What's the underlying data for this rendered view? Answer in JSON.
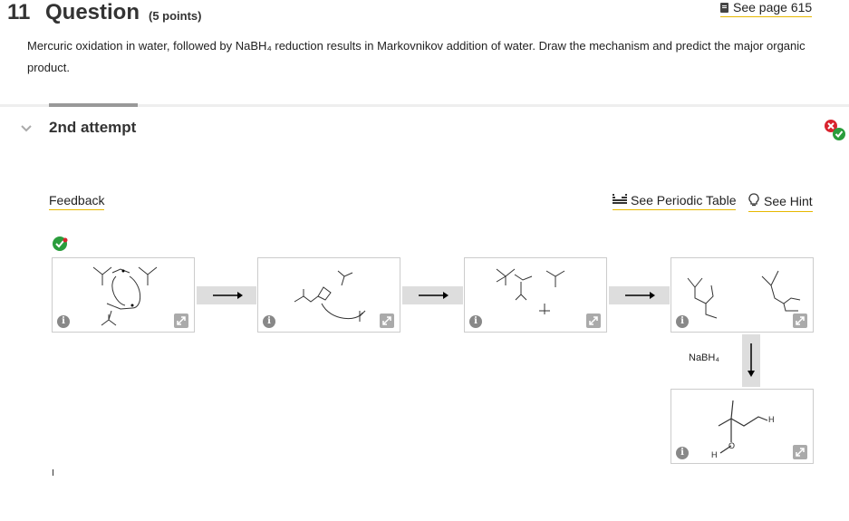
{
  "question": {
    "number": "11",
    "word": "Question",
    "points": "(5 points)",
    "see_page": "See page 615",
    "text": "Mercuric oxidation in water, followed by NaBH₄ reduction results in Markovnikov addition of water. Draw the mechanism and predict the major organic product."
  },
  "attempt": {
    "label": "2nd attempt"
  },
  "links": {
    "feedback": "Feedback",
    "periodic": "See Periodic Table",
    "hint": "See Hint"
  },
  "mechanism": {
    "reagent": "NaBH₄",
    "atom_h": "H",
    "atom_o": "O"
  },
  "colors": {
    "accent_underline": "#e6b800",
    "correct": "#2a9d3c",
    "incorrect": "#d9232e"
  },
  "icons": [
    "book-icon",
    "chevron-down-icon",
    "status-correct-incorrect-icon",
    "periodic-table-icon",
    "lightbulb-icon",
    "check-icon",
    "info-icon",
    "expand-icon",
    "arrow-right-icon",
    "arrow-down-icon"
  ]
}
